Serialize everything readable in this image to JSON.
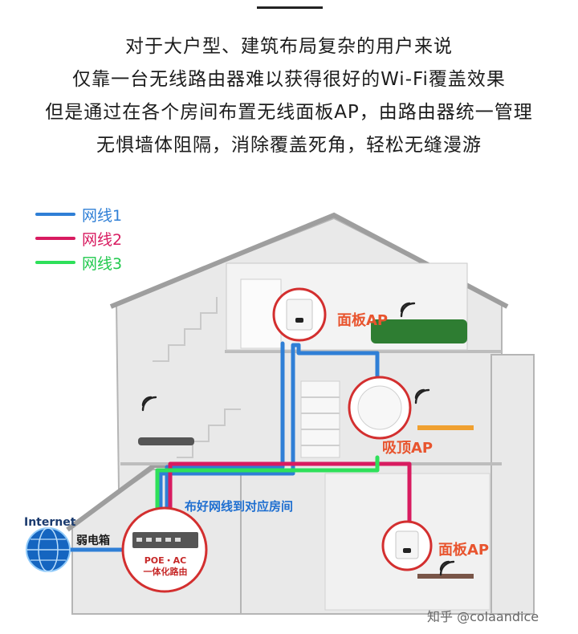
{
  "headline": {
    "lines": [
      "对于大户型、建筑布局复杂的用户来说",
      "仅靠一台无线路由器难以获得很好的Wi-Fi覆盖效果",
      "但是通过在各个房间布置无线面板AP，由路由器统一管理",
      "无惧墙体阻隔，消除覆盖死角，轻松无缝漫游"
    ]
  },
  "legend": [
    {
      "label": "网线1",
      "color": "#2f7fd6"
    },
    {
      "label": "网线2",
      "color": "#d81b60"
    },
    {
      "label": "网线3",
      "color": "#2ee05a"
    }
  ],
  "diagram": {
    "ap_top_label": "面板AP",
    "ap_ceiling_label": "吸顶AP",
    "ap_bottom_label": "面板AP",
    "cable_note": "布好网线到对应房间",
    "internet_label": "Internet",
    "box_label": "弱电箱",
    "router_line1": "POE・AC",
    "router_line2": "一体化路由"
  },
  "colors": {
    "cable1": "#2f7fd6",
    "cable2": "#d81b60",
    "cable3": "#2ee05a",
    "ap_label": "#e8542e",
    "highlight_ring": "#d32f2f",
    "house_fill": "#e6e6e6",
    "house_line": "#b8b8b8"
  },
  "icons": [
    "globe-icon",
    "wifi-icon",
    "panel-ap-icon",
    "ceiling-ap-icon",
    "router-icon"
  ],
  "watermark": "知乎 @colaandice"
}
